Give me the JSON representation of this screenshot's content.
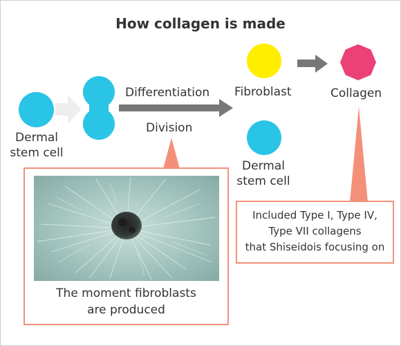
{
  "title": "How collagen is made",
  "labels": {
    "dermal_stem_cell_left": [
      "Dermal",
      "stem cell"
    ],
    "differentiation": "Differentiation",
    "division": "Division",
    "fibroblast": "Fibroblast",
    "collagen": "Collagen",
    "dermal_stem_cell_right": [
      "Dermal",
      "stem cell"
    ]
  },
  "callout_left": {
    "caption": [
      "The moment fibroblasts",
      "are produced"
    ],
    "image": "microscope-photo"
  },
  "callout_right": {
    "lines": [
      "Included Type I, Type IV,",
      "Type VII collagens",
      "that Shiseidois focusing on"
    ]
  },
  "colors": {
    "stem_cell": "#29c4e6",
    "fibroblast": "#ffee00",
    "collagen": "#ec4176",
    "arrow": "#777777",
    "light_arrow": "#eeeeee",
    "callout_border": "#f4907a"
  }
}
